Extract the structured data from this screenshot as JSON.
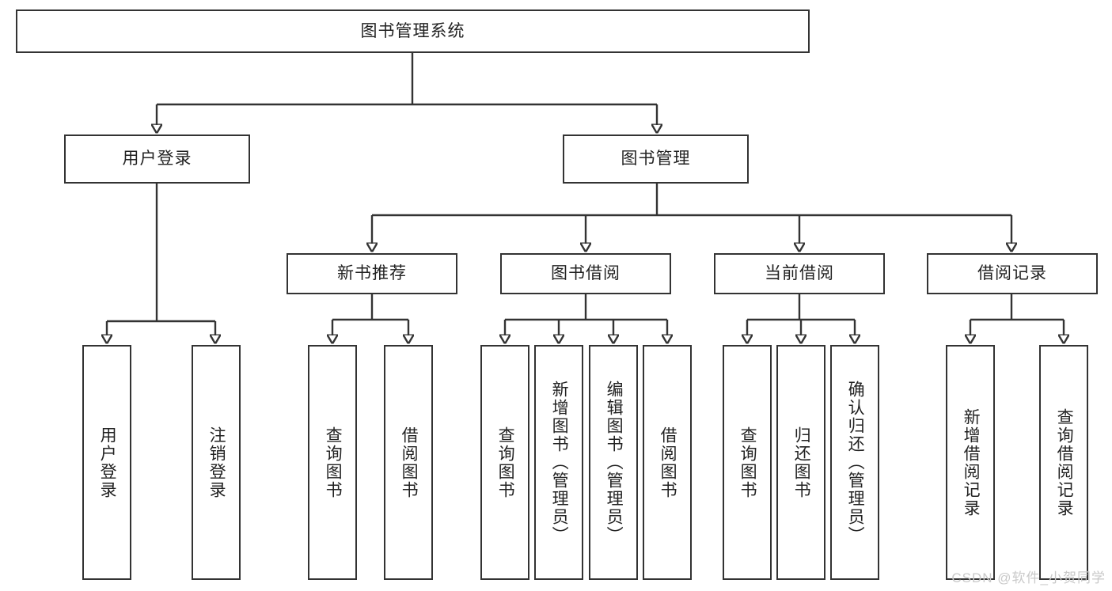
{
  "diagram": {
    "title": "图书管理系统",
    "type": "tree-hierarchy",
    "root": {
      "label": "图书管理系统"
    },
    "level2": [
      {
        "label": "用户登录"
      },
      {
        "label": "图书管理"
      }
    ],
    "level3": [
      {
        "label": "新书推荐"
      },
      {
        "label": "图书借阅"
      },
      {
        "label": "当前借阅"
      },
      {
        "label": "借阅记录"
      }
    ],
    "leaves": {
      "user_login": [
        {
          "label": "用户登录"
        },
        {
          "label": "注销登录"
        }
      ],
      "new_book_recommend": [
        {
          "label": "查询图书"
        },
        {
          "label": "借阅图书"
        }
      ],
      "book_borrow": [
        {
          "label": "查询图书"
        },
        {
          "label": "新增图书（管理员）"
        },
        {
          "label": "编辑图书（管理员）"
        },
        {
          "label": "借阅图书"
        }
      ],
      "current_borrow": [
        {
          "label": "查询图书"
        },
        {
          "label": "归还图书"
        },
        {
          "label": "确认归还（管理员）"
        }
      ],
      "borrow_record": [
        {
          "label": "新增借阅记录"
        },
        {
          "label": "查询借阅记录"
        }
      ]
    }
  },
  "watermark": {
    "text": "CSDN @软件_小贺同学"
  },
  "colors": {
    "stroke": "#333333",
    "fill": "#ffffff",
    "text": "#222222",
    "watermark": "#c9c9c9"
  }
}
